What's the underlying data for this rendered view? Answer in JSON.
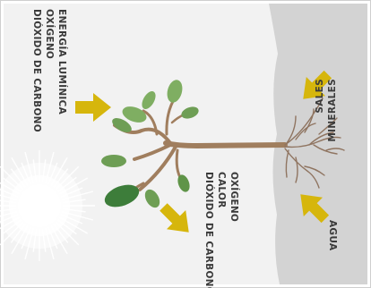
{
  "diagram": {
    "inputs_left": {
      "line1": "DIÓXIDO DE CARBONO",
      "line2": "OXÍGENO",
      "line3": "ENERGÍA LUMÍNICA"
    },
    "outputs_bottom": {
      "line1": "DIÓXIDO DE CARBONO",
      "line2": "CALOR",
      "line3": "OXÍGENO"
    },
    "soil_minerals": {
      "line1": "SALES",
      "line2": "MINERALES"
    },
    "soil_water": {
      "line1": "AGUA"
    }
  },
  "colors": {
    "sky": "#f2f2f2",
    "soil": "#d3d3d3",
    "arrow": "#d6b60c",
    "leaf": "#7fae62",
    "leaf_dark": "#3d7d3a",
    "stem": "#a07e5e",
    "root": "#8f7460",
    "sun": "#ffffff"
  }
}
